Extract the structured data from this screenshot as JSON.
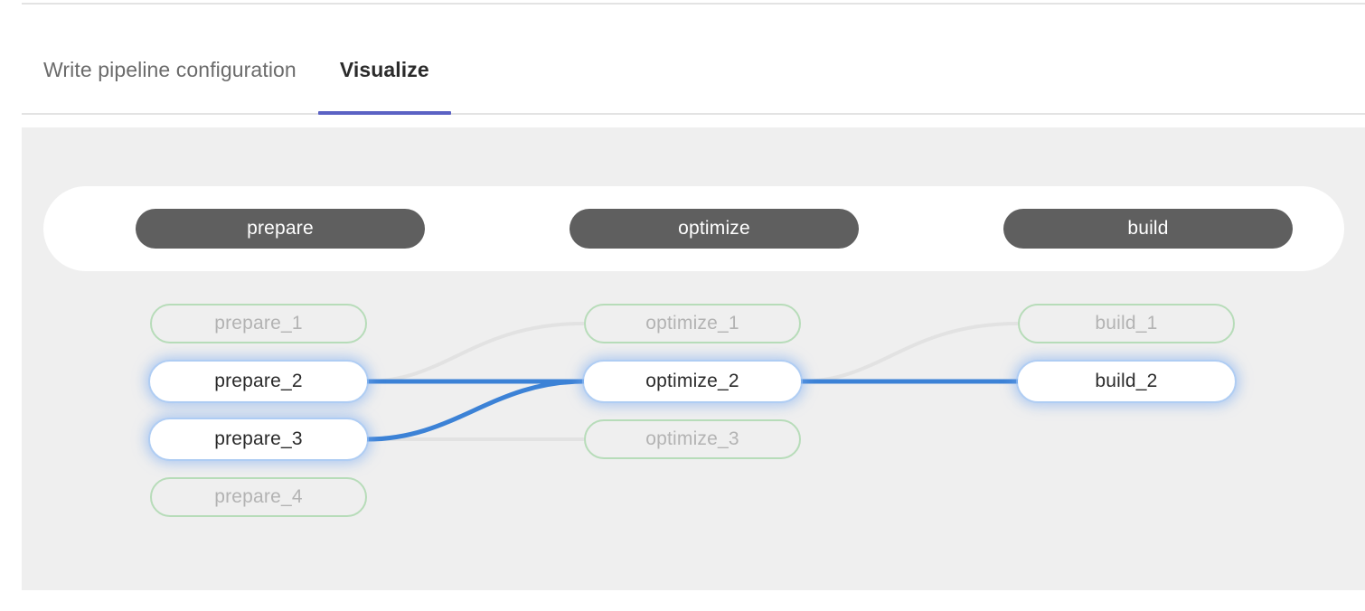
{
  "tabs": [
    {
      "label": "Write pipeline configuration",
      "active": false
    },
    {
      "label": "Visualize",
      "active": true
    }
  ],
  "colors": {
    "tab_active_underline": "#5b62c4",
    "canvas_background": "#efefef",
    "stage_pill": "#5f5f5f",
    "node_dim_border": "#b7dcb9",
    "node_dim_text": "#b3b3b3",
    "edge_active": "#3c82d6",
    "edge_inactive": "#e2e2e2",
    "node_active_glow": "#78aaf0"
  },
  "pipeline": {
    "stages": [
      {
        "name": "prepare"
      },
      {
        "name": "optimize"
      },
      {
        "name": "build"
      }
    ],
    "jobs": {
      "prepare": [
        {
          "label": "prepare_1",
          "state": "dim"
        },
        {
          "label": "prepare_2",
          "state": "active"
        },
        {
          "label": "prepare_3",
          "state": "active"
        },
        {
          "label": "prepare_4",
          "state": "dim"
        }
      ],
      "optimize": [
        {
          "label": "optimize_1",
          "state": "dim"
        },
        {
          "label": "optimize_2",
          "state": "active"
        },
        {
          "label": "optimize_3",
          "state": "dim"
        }
      ],
      "build": [
        {
          "label": "build_1",
          "state": "dim"
        },
        {
          "label": "build_2",
          "state": "active"
        }
      ]
    },
    "edges": [
      {
        "from": "prepare_2",
        "to": "optimize_2",
        "state": "active"
      },
      {
        "from": "prepare_3",
        "to": "optimize_2",
        "state": "active"
      },
      {
        "from": "prepare_2",
        "to": "optimize_1",
        "state": "inactive"
      },
      {
        "from": "prepare_3",
        "to": "optimize_3",
        "state": "inactive"
      },
      {
        "from": "optimize_2",
        "to": "build_2",
        "state": "active"
      },
      {
        "from": "optimize_2",
        "to": "build_1",
        "state": "inactive"
      }
    ]
  }
}
